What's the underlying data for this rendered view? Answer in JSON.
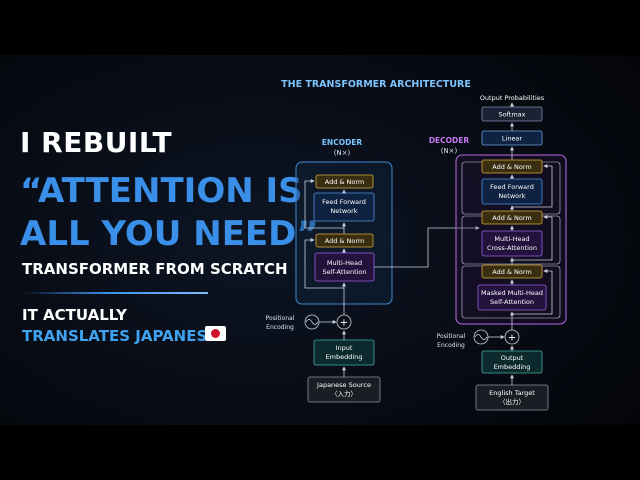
{
  "headline": {
    "line1": "I REBUILT",
    "line2": "“ATTENTION IS",
    "line3": "ALL YOU NEED”",
    "subtitle": "TRANSFORMER FROM SCRATCH",
    "note1": "IT ACTUALLY",
    "note2": "TRANSLATES JAPANESE"
  },
  "diagram": {
    "title": "THE TRANSFORMER ARCHITECTURE",
    "encoder": {
      "label": "ENCODER",
      "count": "(N×)",
      "add_norm_top": "Add & Norm",
      "ffn": [
        "Feed Forward",
        "Network"
      ],
      "add_norm_mid": "Add & Norm",
      "attention": [
        "Multi-Head",
        "Self-Attention"
      ],
      "positional": [
        "Positional",
        "Encoding"
      ],
      "embedding": [
        "Input",
        "Embedding"
      ],
      "source": [
        "Japanese Source",
        "（入力）"
      ]
    },
    "decoder": {
      "label": "DECODER",
      "count": "(N×)",
      "output_probs": "Output Probabilities",
      "softmax": "Softmax",
      "linear": "Linear",
      "add_norm_top": "Add & Norm",
      "ffn": [
        "Feed Forward",
        "Network"
      ],
      "add_norm_mid": "Add & Norm",
      "cross": [
        "Multi-Head",
        "Cross-Attention"
      ],
      "add_norm_low": "Add & Norm",
      "masked": [
        "Masked Multi-Head",
        "Self-Attention"
      ],
      "positional": [
        "Positional",
        "Encoding"
      ],
      "embedding": [
        "Output",
        "Embedding"
      ],
      "target": [
        "English Target",
        "（出力）"
      ]
    },
    "plus_symbol": "+",
    "colors": {
      "title": "#7cc4ff",
      "encoder_label": "#7cc4ff",
      "decoder_label": "#c678f0",
      "encoder_frame": "#3d8bd6",
      "decoder_frame": "#b86be8",
      "add_norm_fill": "#3a2e10",
      "add_norm_border": "#d8a83a",
      "ffn_border": "#4f8fe0",
      "attention_border": "#9a5ee0",
      "linear_border": "#6aa0e0",
      "softmax_border": "#7e8fb0",
      "embedding_border": "#3fb0a8",
      "source_border": "#8a8f9c",
      "arrow": "#c8d0dc"
    }
  }
}
